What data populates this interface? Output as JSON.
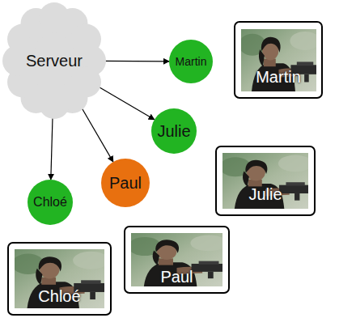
{
  "diagram": {
    "nodes": [
      {
        "text": [
          "Serveur"
        ]
      },
      {
        "text": [
          "Martin"
        ]
      },
      {
        "text": [
          "Martin"
        ]
      },
      {
        "text": [
          "Julie"
        ]
      },
      {
        "text": [
          "Julie"
        ]
      },
      {
        "text": [
          "Paul"
        ]
      },
      {
        "text": [
          "Chloé"
        ]
      },
      {
        "text": [
          "Paul"
        ]
      },
      {
        "text": [
          "Chloé"
        ]
      }
    ],
    "edges": [
      {
        "from": 0,
        "to": 1,
        "arrow": "to"
      },
      {
        "from": 0,
        "to": 3,
        "arrow": "to"
      },
      {
        "from": 0,
        "to": 5,
        "arrow": "to"
      },
      {
        "from": 0,
        "to": 6,
        "arrow": "to"
      }
    ]
  }
}
